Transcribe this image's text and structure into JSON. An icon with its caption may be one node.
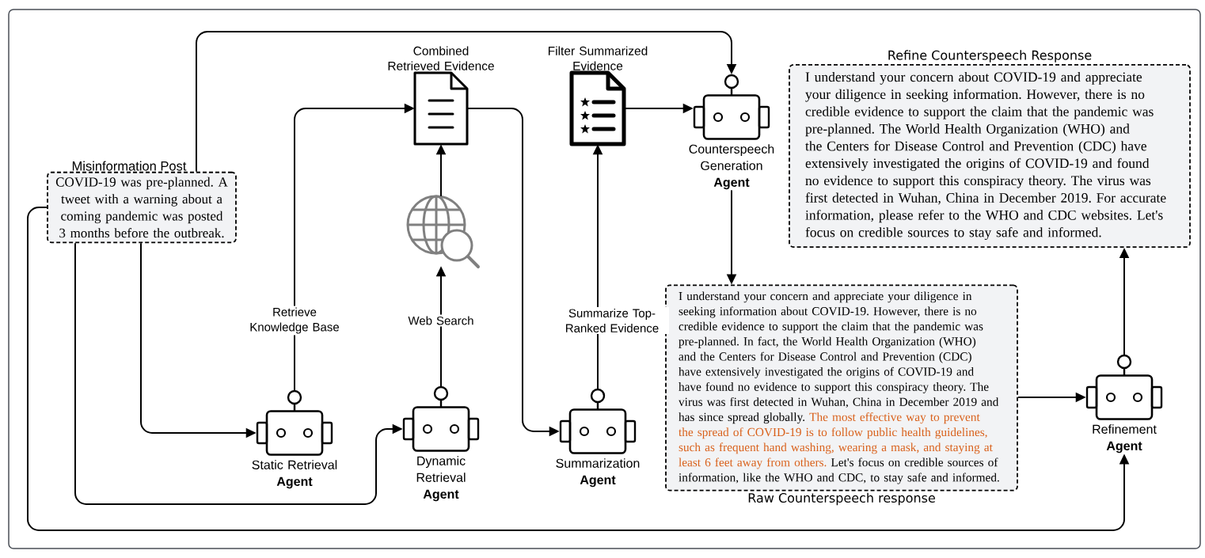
{
  "diagram": {
    "nodes": [
      {
        "text": [
          "Misinformation Post",
          "COVID-19 was pre-planned. A tweet with a warning about a coming pandemic was posted 3 months before the outbreak."
        ]
      },
      {
        "text": [
          "Combined Retrieved Evidence"
        ]
      },
      {
        "text": [
          "Filter Summarized Evidence"
        ]
      },
      {
        "text": [
          "Counterspeech Generation",
          "Agent"
        ]
      },
      {
        "text": [
          "Refine Counterspeech Response",
          "I understand your concern about COVID-19 and appreciate your diligence in seeking information. However, there is no credible evidence to support the claim that the pandemic was pre-planned. The World Health Organization (WHO) and the Centers for Disease Control and Prevention (CDC) have extensively investigated the origins of COVID-19 and found no evidence to support this conspiracy theory. The virus was first detected in Wuhan, China in December 2019. For accurate information, please refer to the WHO and CDC websites. Let's focus on credible sources to stay safe and informed."
        ]
      },
      {
        "text": [],
        "shape": "globe"
      },
      {
        "text": [
          "Static Retrieval",
          "Agent"
        ]
      },
      {
        "text": [
          "Dynamic Retrieval",
          "Agent"
        ]
      },
      {
        "text": [
          "Summarization",
          "Agent"
        ]
      },
      {
        "text": [
          "I understand your concern and appreciate your diligence in seeking information about COVID-19. However, there is no credible evidence to support the claim that the pandemic was pre-planned. In fact, the World Health Organization (WHO) and the Centers for Disease Control and Prevention (CDC) have extensively investigated the origins of COVID-19 and have found no evidence to support this conspiracy theory. The virus was first detected in Wuhan, China in December 2019 and has since spread globally.",
          "The most effective way to prevent the spread of COVID-19 is to follow public health guidelines, such as frequent hand washing, wearing a mask, and staying at least 6 feet away from others.",
          "Let's focus on credible sources of information, like the WHO and CDC, to stay safe and informed.",
          "Raw Counterspeech response"
        ]
      },
      {
        "text": [
          "Refinement",
          "Agent"
        ]
      }
    ],
    "edges": [
      {
        "from": 0,
        "to": 3,
        "arrow": "to"
      },
      {
        "from": 0,
        "to": 6,
        "arrow": "to"
      },
      {
        "from": 0,
        "to": 7,
        "arrow": "to"
      },
      {
        "from": 0,
        "to": 10,
        "arrow": "to"
      },
      {
        "from": 6,
        "to": 1,
        "arrow": "to",
        "label": "Retrieve Knowledge Base"
      },
      {
        "from": 7,
        "to": 5,
        "arrow": "to",
        "label": "Web Search"
      },
      {
        "from": 5,
        "to": 1,
        "arrow": "to"
      },
      {
        "from": 1,
        "to": 8,
        "arrow": "to"
      },
      {
        "from": 8,
        "to": 2,
        "arrow": "to",
        "label": "Summarize Top-Ranked Evidence"
      },
      {
        "from": 2,
        "to": 3,
        "arrow": "to"
      },
      {
        "from": 3,
        "to": 9,
        "arrow": "to"
      },
      {
        "from": 9,
        "to": 10,
        "arrow": "to"
      },
      {
        "from": 10,
        "to": 4,
        "arrow": "to"
      }
    ]
  }
}
